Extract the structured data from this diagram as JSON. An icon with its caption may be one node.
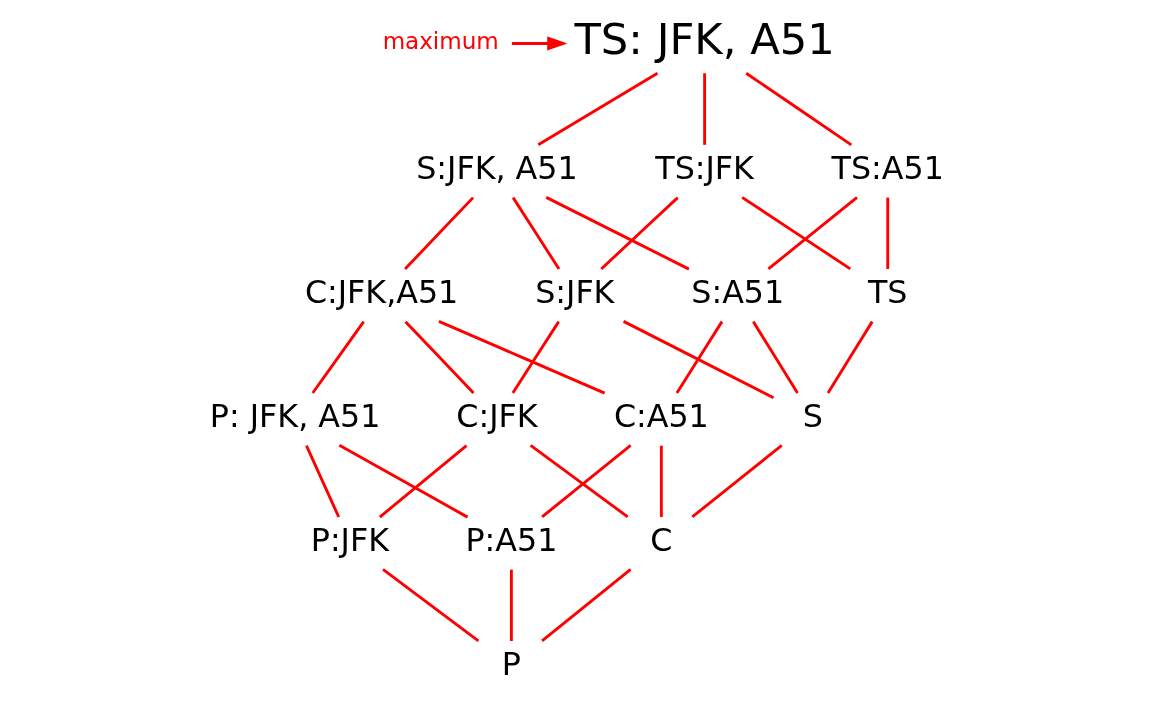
{
  "diagram": {
    "nodes": [
      {
        "text": [
          "TS: JFK, A51"
        ]
      },
      {
        "text": [
          "S:JFK, A51"
        ]
      },
      {
        "text": [
          "TS:JFK"
        ]
      },
      {
        "text": [
          "TS:A51"
        ]
      },
      {
        "text": [
          "C:JFK,A51"
        ]
      },
      {
        "text": [
          "S:JFK"
        ]
      },
      {
        "text": [
          "S:A51"
        ]
      },
      {
        "text": [
          "TS"
        ]
      },
      {
        "text": [
          "P: JFK, A51"
        ]
      },
      {
        "text": [
          "C:JFK"
        ]
      },
      {
        "text": [
          "C:A51"
        ]
      },
      {
        "text": [
          "S"
        ]
      },
      {
        "text": [
          "P:JFK"
        ]
      },
      {
        "text": [
          "P:A51"
        ]
      },
      {
        "text": [
          "C"
        ]
      },
      {
        "text": [
          "P"
        ]
      },
      {
        "text": [
          "maximum"
        ]
      }
    ],
    "edges": [
      {
        "from": 0,
        "to": 1,
        "arrow": "none"
      },
      {
        "from": 0,
        "to": 2,
        "arrow": "none"
      },
      {
        "from": 0,
        "to": 3,
        "arrow": "none"
      },
      {
        "from": 1,
        "to": 4,
        "arrow": "none"
      },
      {
        "from": 1,
        "to": 5,
        "arrow": "none"
      },
      {
        "from": 1,
        "to": 6,
        "arrow": "none"
      },
      {
        "from": 2,
        "to": 5,
        "arrow": "none"
      },
      {
        "from": 2,
        "to": 7,
        "arrow": "none"
      },
      {
        "from": 3,
        "to": 6,
        "arrow": "none"
      },
      {
        "from": 3,
        "to": 7,
        "arrow": "none"
      },
      {
        "from": 4,
        "to": 8,
        "arrow": "none"
      },
      {
        "from": 4,
        "to": 9,
        "arrow": "none"
      },
      {
        "from": 4,
        "to": 10,
        "arrow": "none"
      },
      {
        "from": 5,
        "to": 9,
        "arrow": "none"
      },
      {
        "from": 5,
        "to": 11,
        "arrow": "none"
      },
      {
        "from": 6,
        "to": 10,
        "arrow": "none"
      },
      {
        "from": 6,
        "to": 11,
        "arrow": "none"
      },
      {
        "from": 7,
        "to": 11,
        "arrow": "none"
      },
      {
        "from": 8,
        "to": 12,
        "arrow": "none"
      },
      {
        "from": 8,
        "to": 13,
        "arrow": "none"
      },
      {
        "from": 9,
        "to": 12,
        "arrow": "none"
      },
      {
        "from": 9,
        "to": 14,
        "arrow": "none"
      },
      {
        "from": 10,
        "to": 13,
        "arrow": "none"
      },
      {
        "from": 10,
        "to": 14,
        "arrow": "none"
      },
      {
        "from": 11,
        "to": 14,
        "arrow": "none"
      },
      {
        "from": 12,
        "to": 15,
        "arrow": "none"
      },
      {
        "from": 13,
        "to": 15,
        "arrow": "none"
      },
      {
        "from": 14,
        "to": 15,
        "arrow": "none"
      },
      {
        "from": 16,
        "to": 0,
        "arrow": "to"
      }
    ]
  }
}
